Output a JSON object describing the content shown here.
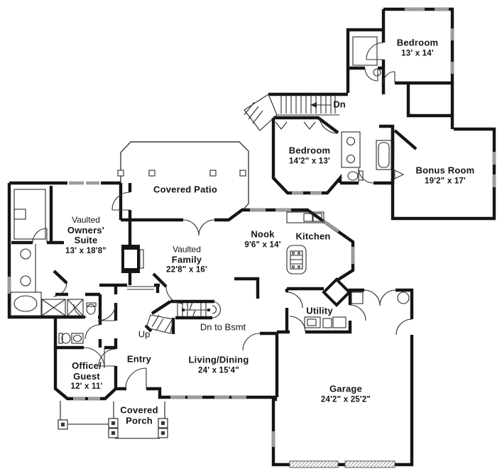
{
  "colors": {
    "wall": "#151515",
    "window": "#9b9b9b",
    "thin_line": "#2a2a2a",
    "background": "#ffffff"
  },
  "rooms": {
    "bedroom_upper": {
      "name": "Bedroom",
      "dims": "13' x 14'"
    },
    "bedroom_main_upper": {
      "name": "Bedroom",
      "dims": "14'2\" x 13'"
    },
    "bonus_room": {
      "name": "Bonus Room",
      "dims": "19'2\" x 17'"
    },
    "covered_patio": {
      "name": "Covered Patio"
    },
    "owners_suite": {
      "prefix": "Vaulted",
      "name_line1": "Owners'",
      "name_line2": "Suite",
      "dims": "13' x 18'8\""
    },
    "nook": {
      "name": "Nook",
      "dims": "9'6\" x 14'"
    },
    "kitchen": {
      "name": "Kitchen"
    },
    "family": {
      "prefix": "Vaulted",
      "name": "Family",
      "dims": "22'8\" x 16'"
    },
    "utility": {
      "name": "Utility"
    },
    "entry": {
      "name": "Entry"
    },
    "office_guest": {
      "name_line1": "Office/",
      "name_line2": "Guest",
      "dims": "12' x 11'"
    },
    "living_dining": {
      "name": "Living/Dining",
      "dims": "24' x 15'4\""
    },
    "covered_porch": {
      "name_line1": "Covered",
      "name_line2": "Porch"
    },
    "garage": {
      "name": "Garage",
      "dims": "24'2\" x 25'2\""
    }
  },
  "annotations": {
    "stairs_down_upper": "Dn",
    "stairs_up": "Up",
    "stairs_down_basement": "Dn to Bsmt"
  }
}
